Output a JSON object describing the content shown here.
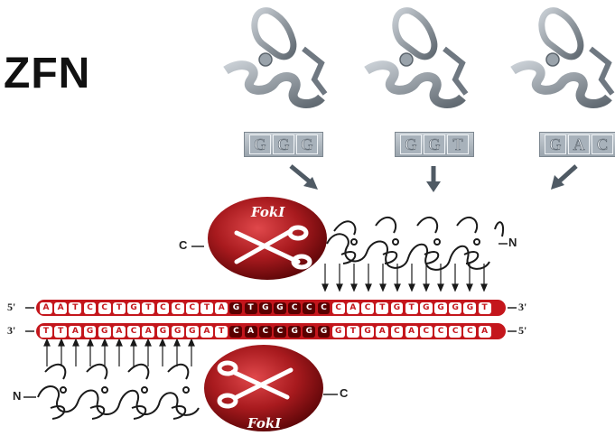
{
  "title": "ZFN",
  "triplets": [
    "GGG",
    "GGT",
    "GAC"
  ],
  "enzyme_label": "FokI",
  "strand_top": {
    "left_end": "5'",
    "right_end": "3'",
    "bases": "AATCCTGTCCCTAGTGGCCCCACTGTGGGGT",
    "dark_range": [
      13,
      19
    ]
  },
  "strand_bottom": {
    "left_end": "3'",
    "right_end": "5'",
    "bases": "TTAGGACAGGGATCACCGGGGTGACACCCCA",
    "dark_range": [
      13,
      19
    ]
  },
  "termini": {
    "c": "C",
    "n": "N"
  },
  "colors": {
    "dna_red": "#c4161c",
    "enzyme_red": "#9e1b1e",
    "protein_gray": "#8f98a1",
    "arrow_gray": "#4f5a64"
  }
}
